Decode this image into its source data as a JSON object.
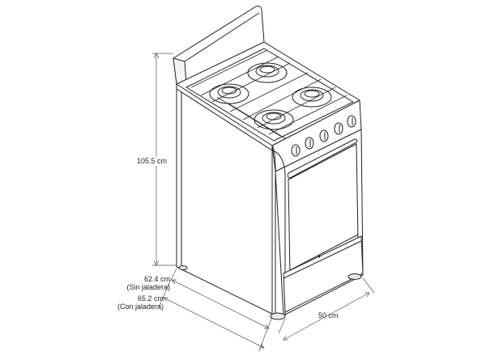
{
  "diagram": {
    "subject": "4-burner gas stove with oven",
    "dimensions": {
      "height": {
        "value": "105.5 cm"
      },
      "depth_without_handle": {
        "value": "62.4 cm",
        "note": "(Sin jaladera)"
      },
      "depth_with_handle": {
        "value": "65.2 cm",
        "note": "(Con jaladera)"
      },
      "width": {
        "value": "50 cm"
      }
    },
    "components": {
      "burners": 4,
      "control_knobs": 5
    },
    "colors": {
      "line": "#222222",
      "dimension_line": "#555555",
      "background": "#ffffff"
    }
  }
}
